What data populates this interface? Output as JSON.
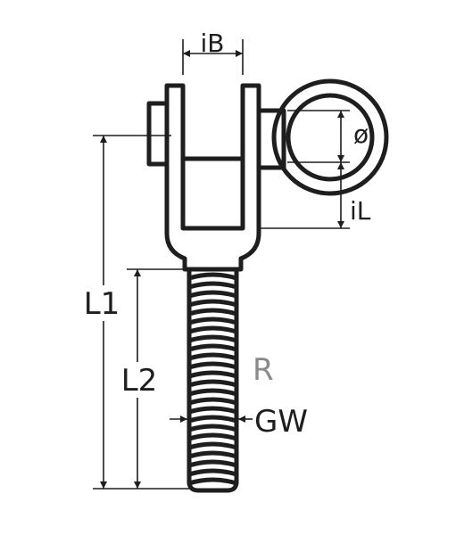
{
  "labels": {
    "ib": "iB",
    "diameter": "ø",
    "il": "iL",
    "l1": "L1",
    "l2": "L2",
    "r": "R",
    "gw": "GW"
  },
  "colors": {
    "line": "#1e1e1e",
    "label_r": "#8a8a8a",
    "background": "#ffffff"
  }
}
